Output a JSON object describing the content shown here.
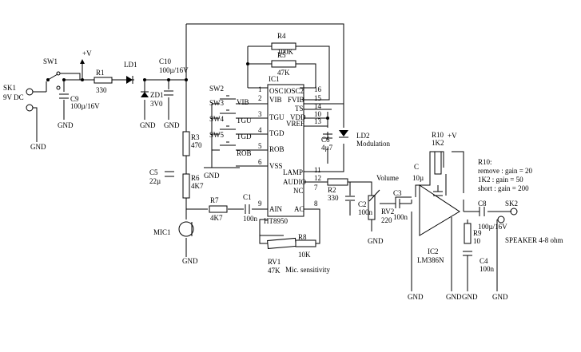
{
  "labels": {
    "sk1": "SK1",
    "sk1_rating": "9V DC",
    "sw1": "SW1",
    "plus_v": "+V",
    "r1": "R1",
    "r1_value": "330",
    "ld1": "LD1",
    "c10": "C10",
    "c10_value": "100µ/16V",
    "c9": "C9",
    "c9_value": "100µ/16V",
    "zd1": "ZD1",
    "zd1_value": "3V0",
    "gnd": "GND",
    "r4": "R4",
    "r4_value": "100K",
    "r5": "R5",
    "r5_value": "47K",
    "ic1": "IC1",
    "ic1_part": "HT8950",
    "sw2": "SW2",
    "sw3": "SW3",
    "sw4": "SW4",
    "sw5": "SW5",
    "pin_osc1": "OSC1",
    "pin_osc2": "OSC2",
    "pin_vib": "VIB",
    "pin_fvib": "FVIB",
    "pin_ts": "TS",
    "pin_tgu": "TGU",
    "pin_vdd": "VDD",
    "pin_tgd": "TGD",
    "pin_vref": "VREF",
    "pin_rob": "ROB",
    "pin_vss": "VSS",
    "pin_lamp": "LAMP",
    "pin_audio": "AUDIO",
    "pin_nc": "NC",
    "pin_ain": "AIN",
    "pin_ac": "AC",
    "ld2": "LD2",
    "ld2_label": "Modulation",
    "c6": "C6",
    "c6_value": "4µ7",
    "r3": "R3",
    "r3_value": "470",
    "c5": "C5",
    "c5_value": "22µ",
    "r6": "R6",
    "r6_value": "4K7",
    "r7": "R7",
    "r7_value": "4K7",
    "c1": "C1",
    "c1_value": "100n",
    "mic1": "MIC1",
    "rv1": "RV1",
    "rv1_value": "47K",
    "rv1_label": "Mic. sensitivity",
    "r8": "R8",
    "r8_value": "10K",
    "r2": "R2",
    "r2_value": "330",
    "c2": "C2",
    "c2_value": "100n",
    "rv2": "RV2",
    "rv2_value": "220",
    "volume": "Volume",
    "c3": "C3",
    "c3_value": "100n",
    "r10": "R10",
    "r10_value": "1K2",
    "c": "C",
    "c_value": "10µ",
    "ic2": "IC2",
    "ic2_part": "LM386N",
    "r9": "R9",
    "r9_value": "10",
    "c4": "C4",
    "c4_value": "100n",
    "c8": "C8",
    "c8_value": "100µ/16V",
    "sk2": "SK2",
    "speaker": "SPEAKER 4-8 ohm",
    "r10_note_title": "R10:",
    "r10_note_1": "remove : gain = 20",
    "r10_note_2": "1K2 : gain = 50",
    "r10_note_3": "short : gain = 200"
  }
}
